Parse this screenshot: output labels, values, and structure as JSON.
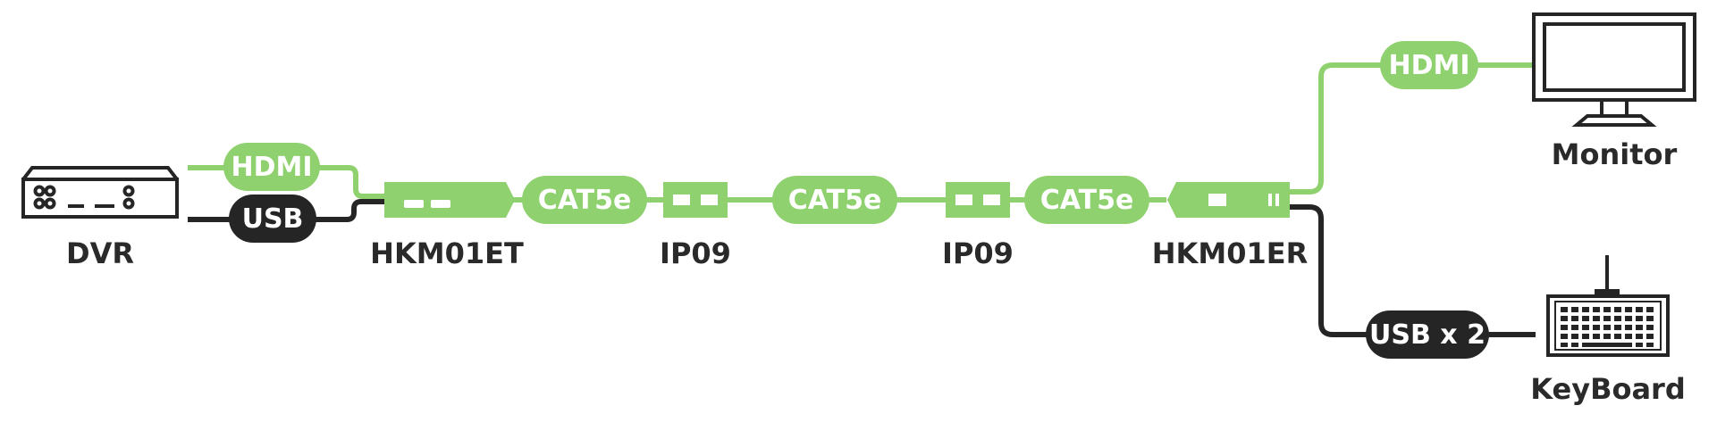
{
  "colors": {
    "green": "#8fd16f",
    "dark": "#252525",
    "white": "#ffffff"
  },
  "devices": {
    "dvr": "DVR",
    "transmitter": "HKM01ET",
    "ip_left": "IP09",
    "ip_right": "IP09",
    "receiver": "HKM01ER",
    "monitor": "Monitor",
    "keyboard": "KeyBoard"
  },
  "cables": {
    "dvr_hdmi": "HDMI",
    "dvr_usb": "USB",
    "cat_1": "CAT5e",
    "cat_2": "CAT5e",
    "cat_3": "CAT5e",
    "monitor_hdmi": "HDMI",
    "keyboard_usb": "USB x 2"
  },
  "icons": {
    "dvr": "dvr-icon",
    "monitor": "monitor-icon",
    "keyboard": "keyboard-icon"
  }
}
